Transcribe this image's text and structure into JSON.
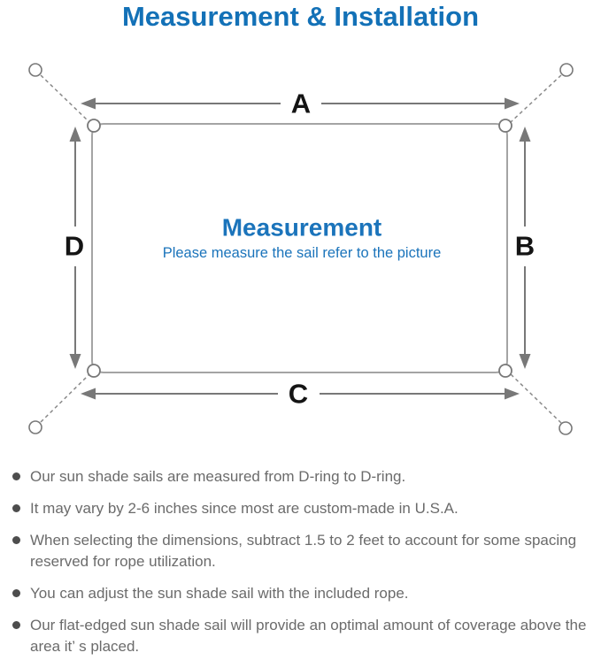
{
  "page": {
    "title": "Measurement & Installation"
  },
  "diagram": {
    "labels": {
      "top": "A",
      "right": "B",
      "bottom": "C",
      "left": "D"
    },
    "center_title": "Measurement",
    "center_subtitle": "Please measure the sail refer to the picture"
  },
  "notes": {
    "bullets": [
      "Our sun shade sails are measured from D-ring to D-ring.",
      "It may vary by 2-6 inches since most are custom-made in U.S.A.",
      "When selecting the dimensions, subtract 1.5 to 2 feet to account for some spacing reserved for rope utilization.",
      "You can adjust the sun shade sail with the included rope.",
      "Our flat-edged sun shade sail will provide an optimal amount of coverage above the area it’ s placed."
    ]
  },
  "colors": {
    "accent_blue": "#1371b7",
    "center_text_blue": "#1b74bb",
    "arrow_gray": "#787878",
    "sail_outline_gray": "#a4a4a4",
    "note_text_gray": "#6b6b6b",
    "label_black": "#141414"
  }
}
